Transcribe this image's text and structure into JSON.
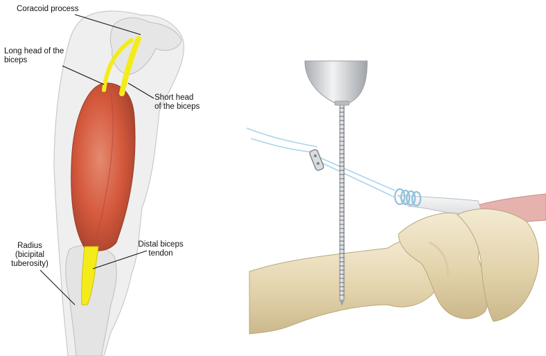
{
  "labels": {
    "coracoid": "Coracoid process",
    "long_head": "Long head of the\nbiceps",
    "short_head": "Short head\nof the biceps",
    "radius": "Radius\n(bicipital\ntuberosity)",
    "distal": "Distal biceps\ntendon"
  },
  "colors": {
    "muscle": "#d4583c",
    "tendon": "#f3ec1a",
    "bone": "#e9dcb8",
    "suture": "#9fd0ea",
    "instrument": "#c8ccd0",
    "skin_silhouette": "#e2e2e2"
  }
}
